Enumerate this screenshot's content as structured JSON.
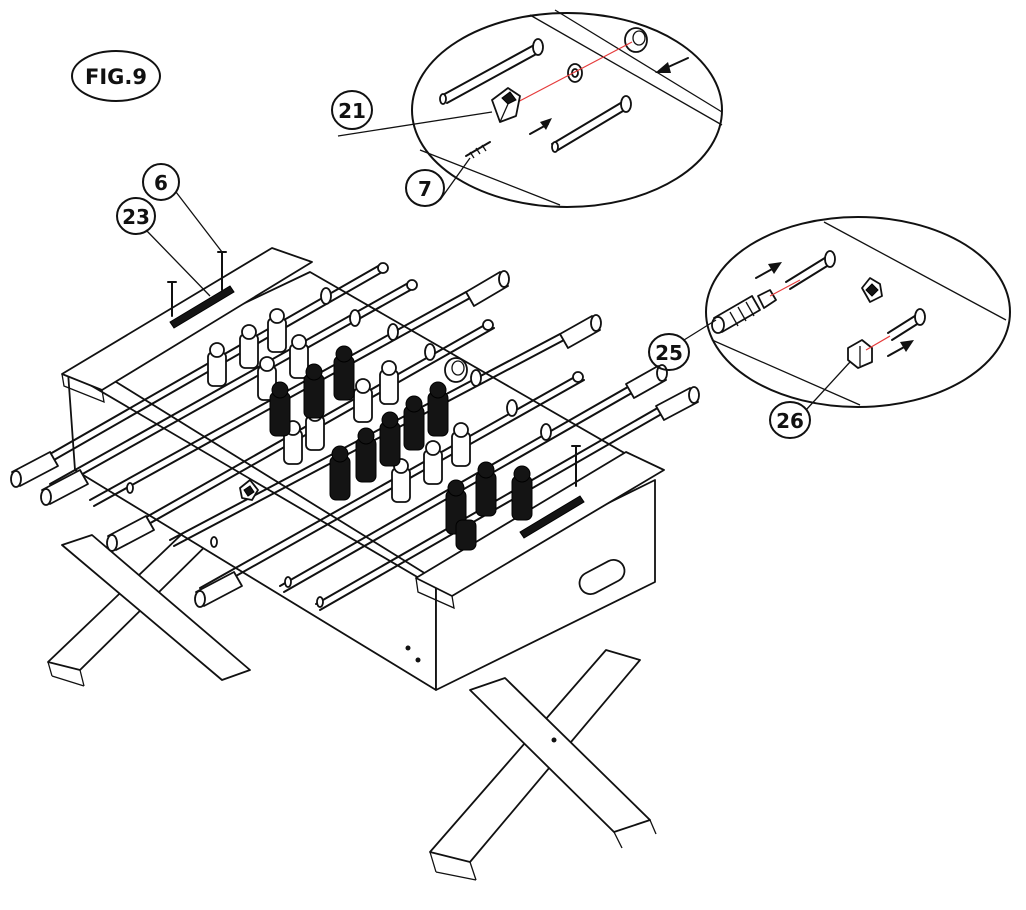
{
  "figure": {
    "label": "FIG.9"
  },
  "callouts": [
    {
      "id": "c21",
      "text": "21"
    },
    {
      "id": "c7",
      "text": "7"
    },
    {
      "id": "c6",
      "text": "6"
    },
    {
      "id": "c23",
      "text": "23"
    },
    {
      "id": "c25",
      "text": "25"
    },
    {
      "id": "c26",
      "text": "26"
    }
  ],
  "colors": {
    "line": "#111111",
    "guide": "#e53b3b",
    "background": "#ffffff"
  }
}
